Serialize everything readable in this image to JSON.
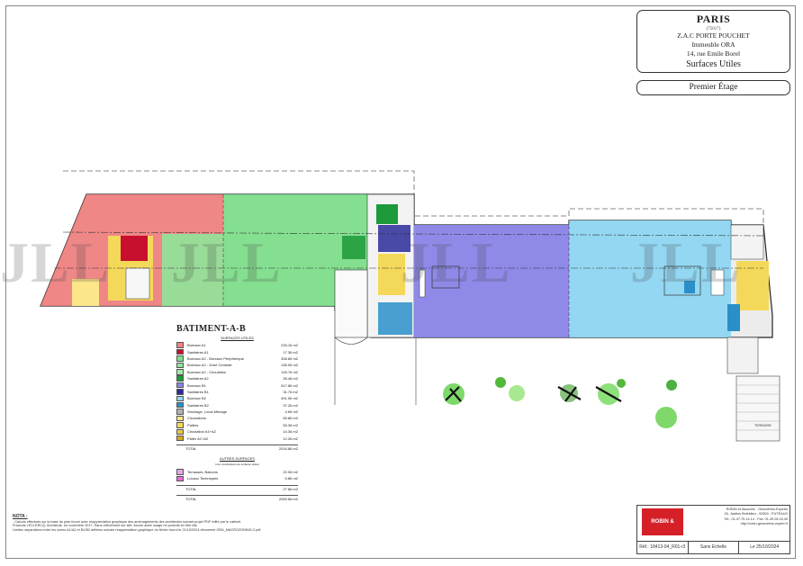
{
  "title_block": {
    "city": "PARIS",
    "postcode": "(75017)",
    "zac": "Z.A.C PORTE POUCHET",
    "building": "Immeuble ORA",
    "address": "14, rue Emile Borel",
    "plan_type": "Surfaces Utiles"
  },
  "floor": "Premier Étage",
  "legend": {
    "heading": "BATIMENT-A-B",
    "subheading": "SURFACES UTILES",
    "items": [
      {
        "label": "Bureaux A1",
        "value": "233.16 m2",
        "color": "#f08282"
      },
      {
        "label": "Sanitaires A1",
        "value": "17.36 m2",
        "color": "#c8102e"
      },
      {
        "label": "Bureaux A2 - Bureaux Périphérique",
        "value": "308.86 m2",
        "color": "#7ee08a"
      },
      {
        "label": "Bureaux A2 - Zone Centrale",
        "value": "135.06 m2",
        "color": "#8fe59a"
      },
      {
        "label": "Bureaux A2 - Circulation",
        "value": "126.76 m2",
        "color": "#a3e8aa"
      },
      {
        "label": "Sanitaires A2",
        "value": "28.46 m2",
        "color": "#1c9a3a"
      },
      {
        "label": "Bureaux B1",
        "value": "517.86 m2",
        "color": "#8a85e8"
      },
      {
        "label": "Sanitaires B1",
        "value": "31.76 m2",
        "color": "#2a2a9a"
      },
      {
        "label": "Bureaux B2",
        "value": "491.06 m2",
        "color": "#8ed6f2"
      },
      {
        "label": "Sanitaires B2",
        "value": "37.26 m2",
        "color": "#2a8fc8"
      },
      {
        "label": "Stockage, Local Ménage",
        "value": "4.66 m2",
        "color": "#b3b3b3"
      },
      {
        "label": "Circulations",
        "value": "55.86 m2",
        "color": "#fbe68a"
      },
      {
        "label": "Paliers",
        "value": "53.36 m2",
        "color": "#f4d85a"
      },
      {
        "label": "Circulation A1+A2",
        "value": "14.36 m2",
        "color": "#e6c84a"
      },
      {
        "label": "Palier A1+A2",
        "value": "12.26 m2",
        "color": "#d6a72a"
      }
    ],
    "total_label": "TOTAL",
    "total_value": "2018.86 m2",
    "other_heading": "AUTRES SURFACES",
    "other_subheading": "(non constitutives de surfaces utiles)",
    "other_items": [
      {
        "label": "Terrasses, Balcons",
        "value": "22.06 m2",
        "color": "#e2a8e6"
      },
      {
        "label": "Locaux Techniques",
        "value": "5.86 m2",
        "color": "#e66ad8"
      }
    ],
    "other_total_label": "TOTAL",
    "other_total_value": "27.86 m2",
    "grand_total_label": "TOTAL",
    "grand_total_value": "2045.66 m2"
  },
  "notes": {
    "heading": "NOTA :",
    "lines": [
      "- Calculs effectués sur la base du plan fourni avec réappréciation graphique des aménagements des architectes suivant projet PDF édité par le cabinet",
      "Francois LECLERCQ, Architecte, en novembre 2017, Sans relèvement sur site. Aucun autre usage ne pourrait en être fait.",
      "Limites séparatives entre les zones A1/A2 et B1/B2 définies suivant réappréciation graphique du fichier fourni le 21/10/2024 dénommé ORA_MACROZONING-2.pdf"
    ]
  },
  "cartouche": {
    "logo": "ROBIN & ASSOCIES",
    "company": "ROBIN et Associés",
    "profession": "Géomètres-Experts",
    "address": "26, Jardins Boieldieu - 92800 - PUTEAUX",
    "phone": "Tél.: 01.47.75.14.14 - Fax: 01.49.06.16.49",
    "web": "http://robin-geometres-expert.fr",
    "ref": "Réf.: 18413-04_R01-r3",
    "scale": "Sans Echelle",
    "date": "Le 25/10/2024"
  },
  "watermark": "JLL",
  "plan_labels": {
    "terrace": "TERRASSE"
  }
}
